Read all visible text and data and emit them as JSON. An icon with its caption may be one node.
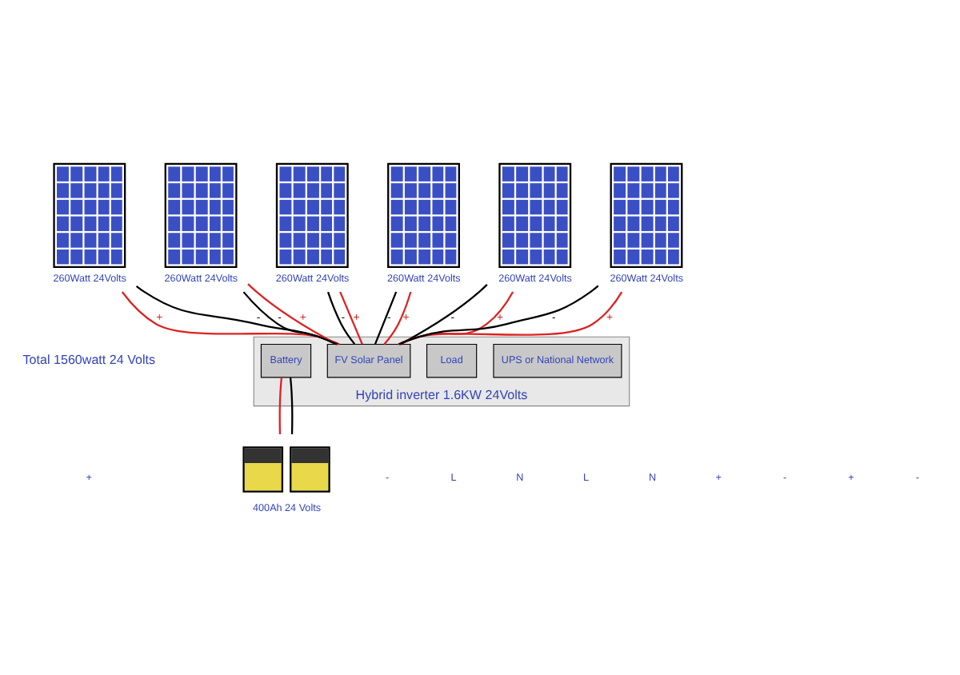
{
  "diagram": {
    "nodes": [
      {
        "text": [],
        "shape": "picture",
        "beside": [
          "260Watt 24Volts"
        ]
      },
      {
        "text": [],
        "shape": "picture",
        "beside": [
          "260Watt 24Volts"
        ]
      },
      {
        "text": [],
        "shape": "picture",
        "beside": [
          "260Watt 24Volts"
        ]
      },
      {
        "text": [],
        "shape": "picture",
        "beside": [
          "260Watt 24Volts"
        ]
      },
      {
        "text": [],
        "shape": "picture",
        "beside": [
          "260Watt 24Volts"
        ]
      },
      {
        "text": [],
        "shape": "picture",
        "beside": [
          "260Watt 24Volts"
        ]
      },
      {
        "text": [],
        "shape": "box",
        "beside": [
          "Hybrid inverter 1.6KW 24Volts"
        ]
      },
      {
        "text": [
          "UPS or National Network"
        ],
        "in": 6
      },
      {
        "text": [
          "Load"
        ],
        "in": 6
      },
      {
        "text": [
          "FV Solar Panel"
        ],
        "in": 6
      },
      {
        "text": [
          "Battery"
        ],
        "in": 6
      },
      {
        "text": [],
        "shape": "picture",
        "beside": [
          "400Ah 24 Volts"
        ]
      }
    ],
    "edges": [
      {
        "from": 0,
        "to": 9,
        "arrow": "none",
        "label": "+",
        "color": "#dd2222"
      },
      {
        "from": 1,
        "to": 9,
        "arrow": "none",
        "label": "+",
        "color": "#dd2222"
      },
      {
        "from": 2,
        "to": 9,
        "arrow": "none",
        "label": "+",
        "color": "#dd2222"
      },
      {
        "from": 3,
        "to": 9,
        "arrow": "none",
        "label": "+",
        "color": "#dd2222"
      },
      {
        "from": 4,
        "to": 9,
        "arrow": "none",
        "label": "+",
        "color": "#dd2222"
      },
      {
        "from": 5,
        "to": 9,
        "arrow": "none",
        "label": "+",
        "color": "#dd2222"
      },
      {
        "from": 0,
        "to": 9,
        "arrow": "none",
        "label": "-",
        "color": "#000000"
      },
      {
        "from": 1,
        "to": 9,
        "arrow": "none",
        "label": "-",
        "color": "#000000"
      },
      {
        "from": 2,
        "to": 9,
        "arrow": "none",
        "label": "-",
        "color": "#000000"
      },
      {
        "from": 3,
        "to": 9,
        "arrow": "none",
        "label": "-",
        "color": "#000000"
      },
      {
        "from": 4,
        "to": 9,
        "arrow": "none",
        "label": "-",
        "color": "#000000"
      },
      {
        "from": 5,
        "to": 9,
        "arrow": "none",
        "label": "-",
        "color": "#000000"
      },
      {
        "from": 10,
        "to": 11,
        "arrow": "none",
        "color": "#dd2222"
      },
      {
        "from": 10,
        "to": 11,
        "arrow": "none",
        "color": "#000000"
      }
    ],
    "labels": [
      "Total 1560watt 24 Volts",
      "+",
      "-",
      "L",
      "N",
      "L",
      "N",
      "+",
      "-",
      "+",
      "-"
    ]
  }
}
